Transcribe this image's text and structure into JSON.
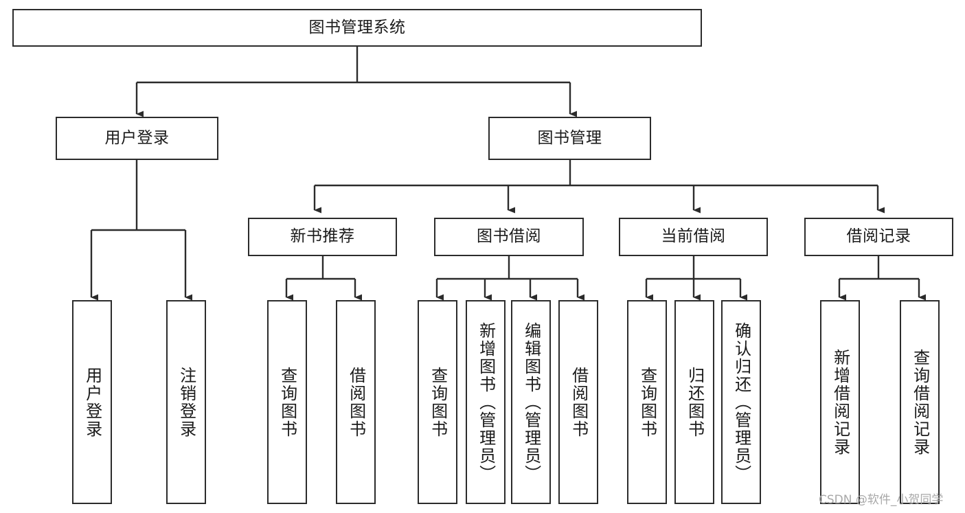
{
  "diagram": {
    "type": "hierarchy-tree",
    "title": "图书管理系统",
    "watermark": "CSDN @软件_小贺同学",
    "colors": {
      "node_border": "#2b2b2b",
      "node_fill": "#ffffff",
      "edge": "#2b2b2b",
      "text": "#1a1a1a",
      "watermark": "#a8a8a8",
      "background": "#ffffff"
    },
    "nodes": {
      "root": {
        "label": "图书管理系统"
      },
      "level2": [
        {
          "id": "user-login",
          "label": "用户登录"
        },
        {
          "id": "book-management",
          "label": "图书管理"
        }
      ],
      "level3": [
        {
          "id": "new-book-recommend",
          "label": "新书推荐"
        },
        {
          "id": "book-borrow",
          "label": "图书借阅"
        },
        {
          "id": "current-borrow",
          "label": "当前借阅"
        },
        {
          "id": "borrow-record",
          "label": "借阅记录"
        }
      ],
      "leaves": {
        "user_login": [
          {
            "id": "leaf-user-login",
            "label": "用户登录"
          },
          {
            "id": "leaf-logout-login",
            "label": "注销登录"
          }
        ],
        "new_book_recommend": [
          {
            "id": "leaf-query-book-1",
            "label": "查询图书"
          },
          {
            "id": "leaf-borrow-book-1",
            "label": "借阅图书"
          }
        ],
        "book_borrow": [
          {
            "id": "leaf-query-book-2",
            "label": "查询图书"
          },
          {
            "id": "leaf-add-book",
            "label": "新增图书（管理员）"
          },
          {
            "id": "leaf-edit-book",
            "label": "编辑图书（管理员）"
          },
          {
            "id": "leaf-borrow-book-2",
            "label": "借阅图书"
          }
        ],
        "current_borrow": [
          {
            "id": "leaf-query-book-3",
            "label": "查询图书"
          },
          {
            "id": "leaf-return-book",
            "label": "归还图书"
          },
          {
            "id": "leaf-confirm-return",
            "label": "确认归还（管理员）"
          }
        ],
        "borrow_record": [
          {
            "id": "leaf-add-record",
            "label": "新增借阅记录"
          },
          {
            "id": "leaf-query-record",
            "label": "查询借阅记录"
          }
        ]
      }
    }
  }
}
